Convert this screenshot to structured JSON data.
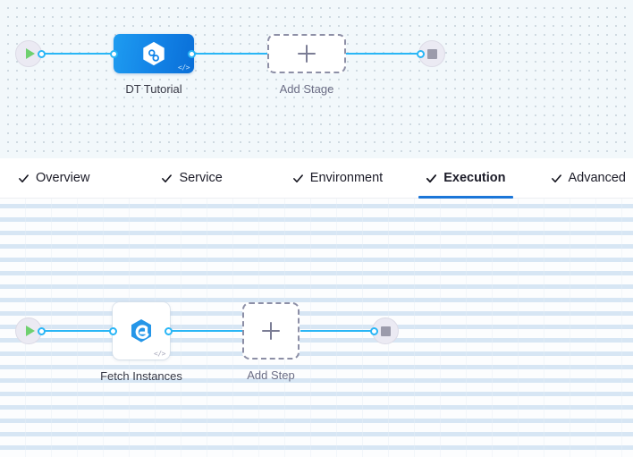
{
  "theme": {
    "edge_color": "#29b6f6",
    "accent_blue": "#1b76d8",
    "node_blue_start": "#1e9cf0",
    "node_blue_end": "#0a6fd8",
    "start_icon_color": "#6fd06f",
    "stop_icon_color": "#9b9bab",
    "label_color": "#383946",
    "muted_label_color": "#6b6d85"
  },
  "stage_canvas": {
    "name": "pipeline-stage-canvas",
    "start_node": {
      "icon": "play-icon",
      "title": "Start"
    },
    "end_node": {
      "icon": "stop-icon",
      "title": "End"
    },
    "stage": {
      "label": "DT Tutorial",
      "icon": "harness-hexagon-link-icon",
      "badge": "</>"
    },
    "add_stage": {
      "label": "Add Stage",
      "icon": "plus-icon"
    }
  },
  "tabs": {
    "name": "pipeline-stage-tabs",
    "items": [
      {
        "label": "Overview",
        "icon": "check-icon",
        "active": false
      },
      {
        "label": "Service",
        "icon": "check-icon",
        "active": false
      },
      {
        "label": "Environment",
        "icon": "check-icon",
        "active": false
      },
      {
        "label": "Execution",
        "icon": "check-icon",
        "active": true
      },
      {
        "label": "Advanced",
        "icon": "check-icon",
        "active": false
      }
    ]
  },
  "step_canvas": {
    "name": "execution-step-canvas",
    "start_node": {
      "icon": "play-icon",
      "title": "Start"
    },
    "end_node": {
      "icon": "stop-icon",
      "title": "End"
    },
    "step": {
      "label": "Fetch Instances",
      "icon": "shell-script-hexagon-icon",
      "badge": "</>"
    },
    "add_step": {
      "label": "Add Step",
      "icon": "plus-icon"
    }
  }
}
